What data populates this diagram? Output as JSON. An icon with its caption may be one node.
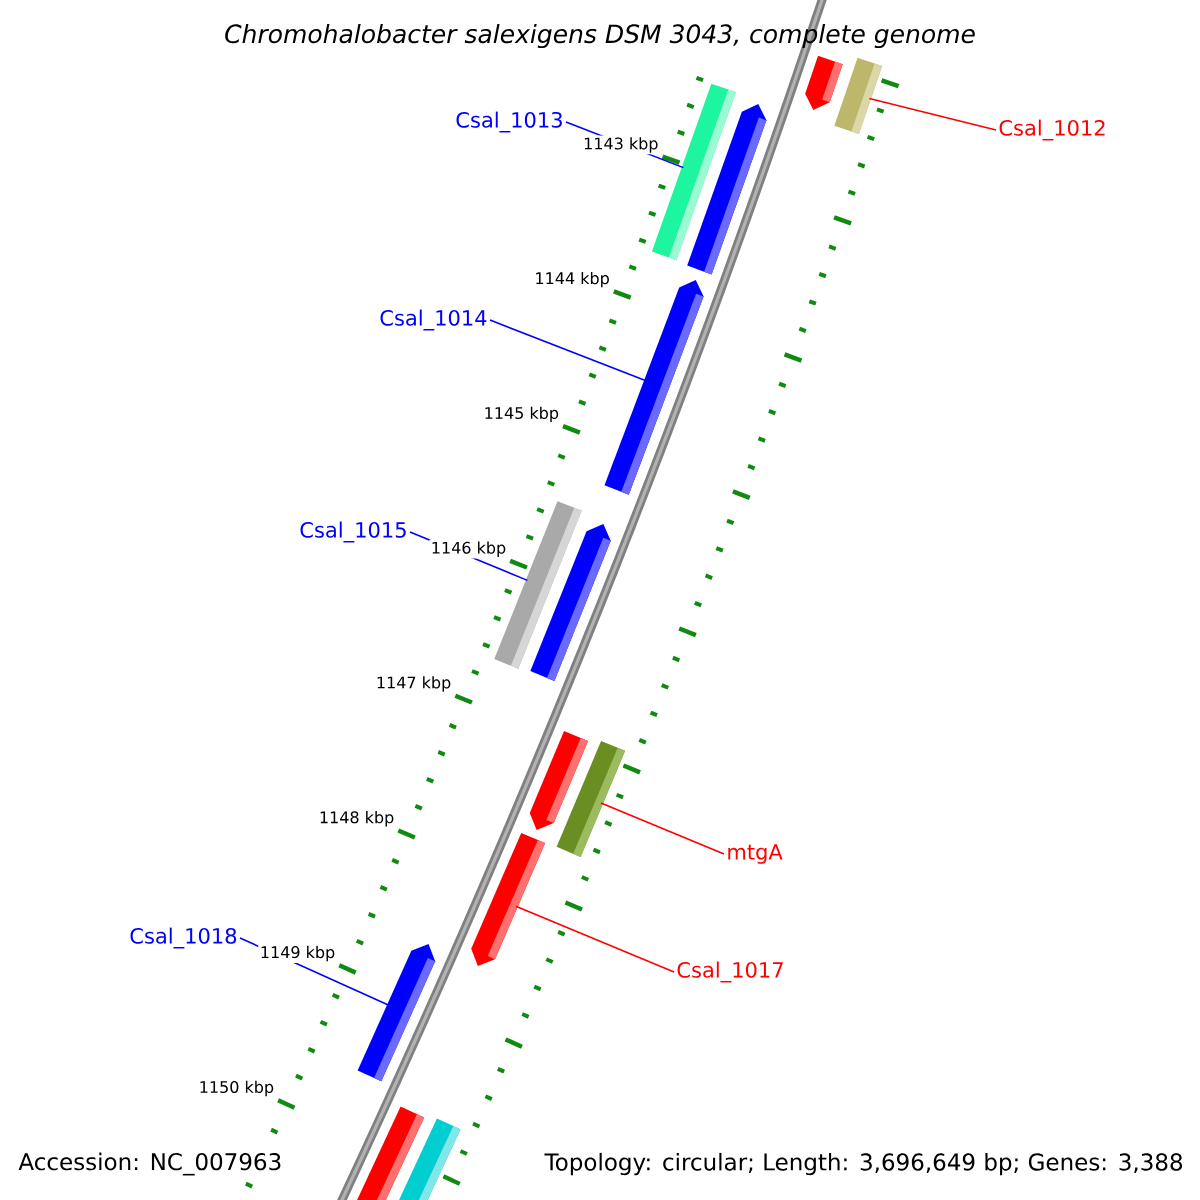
{
  "diagram": {
    "title": "Chromohalobacter salexigens DSM 3043, complete genome",
    "nodes": [
      {
        "text": [
          "Csal_1013"
        ]
      },
      {
        "text": [
          "Csal_1012"
        ]
      },
      {
        "text": [
          "Csal_1014"
        ]
      },
      {
        "text": [
          "Csal_1015"
        ]
      },
      {
        "text": [
          "mtgA"
        ]
      },
      {
        "text": [
          "Csal_1017"
        ]
      },
      {
        "text": [
          "Csal_1018"
        ]
      },
      {
        "text": [],
        "shape": "bar"
      },
      {
        "text": [],
        "shape": "bar"
      },
      {
        "text": [],
        "shape": "bar"
      },
      {
        "text": [],
        "shape": "bar"
      },
      {
        "text": [],
        "shape": "bar"
      },
      {
        "text": [],
        "shape": "bar"
      },
      {
        "text": [],
        "shape": "bar"
      },
      {
        "text": [],
        "shape": "bar"
      },
      {
        "text": [],
        "shape": "bar"
      },
      {
        "text": [],
        "shape": "bar"
      },
      {
        "text": [],
        "shape": "bar"
      },
      {
        "text": [],
        "shape": "bar"
      },
      {
        "text": [],
        "shape": "bar"
      }
    ],
    "edges": [
      {
        "from": 0,
        "to": 9,
        "arrow": "none"
      },
      {
        "from": 1,
        "to": 8,
        "arrow": "none",
        "color": "#ff0000"
      },
      {
        "from": 2,
        "to": 11,
        "arrow": "none"
      },
      {
        "from": 3,
        "to": 12,
        "arrow": "none"
      },
      {
        "from": 4,
        "to": 15,
        "arrow": "none",
        "color": "#ff0000"
      },
      {
        "from": 5,
        "to": 16,
        "arrow": "none",
        "color": "#ff0000"
      },
      {
        "from": 6,
        "to": 17,
        "arrow": "none"
      }
    ],
    "labels": [
      "1143 kbp",
      "1144 kbp",
      "1145 kbp",
      "1146 kbp",
      "1147 kbp",
      "1148 kbp",
      "1149 kbp",
      "1150 kbp",
      "Accession: NC_007963",
      "Topology: circular; Length: 3,696,649 bp; Genes: 3,388"
    ]
  }
}
